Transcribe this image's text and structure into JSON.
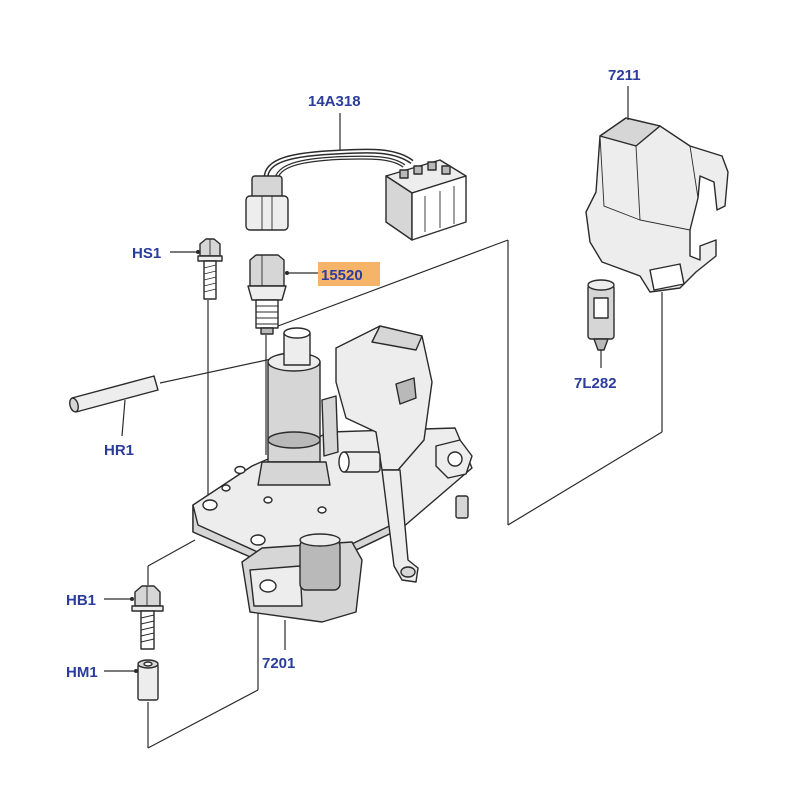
{
  "labels": {
    "harness": "14A318",
    "cover": "7211",
    "screw": "HS1",
    "sensor": "15520",
    "clip": "7L282",
    "pin": "HR1",
    "bolt": "HB1",
    "sleeve": "HM1",
    "mechanism": "7201"
  },
  "highlighted_part": "15520",
  "colors": {
    "label_text": "#2a3c9c",
    "highlight": "#f6b46a",
    "line_art": "#2b2b2b"
  }
}
